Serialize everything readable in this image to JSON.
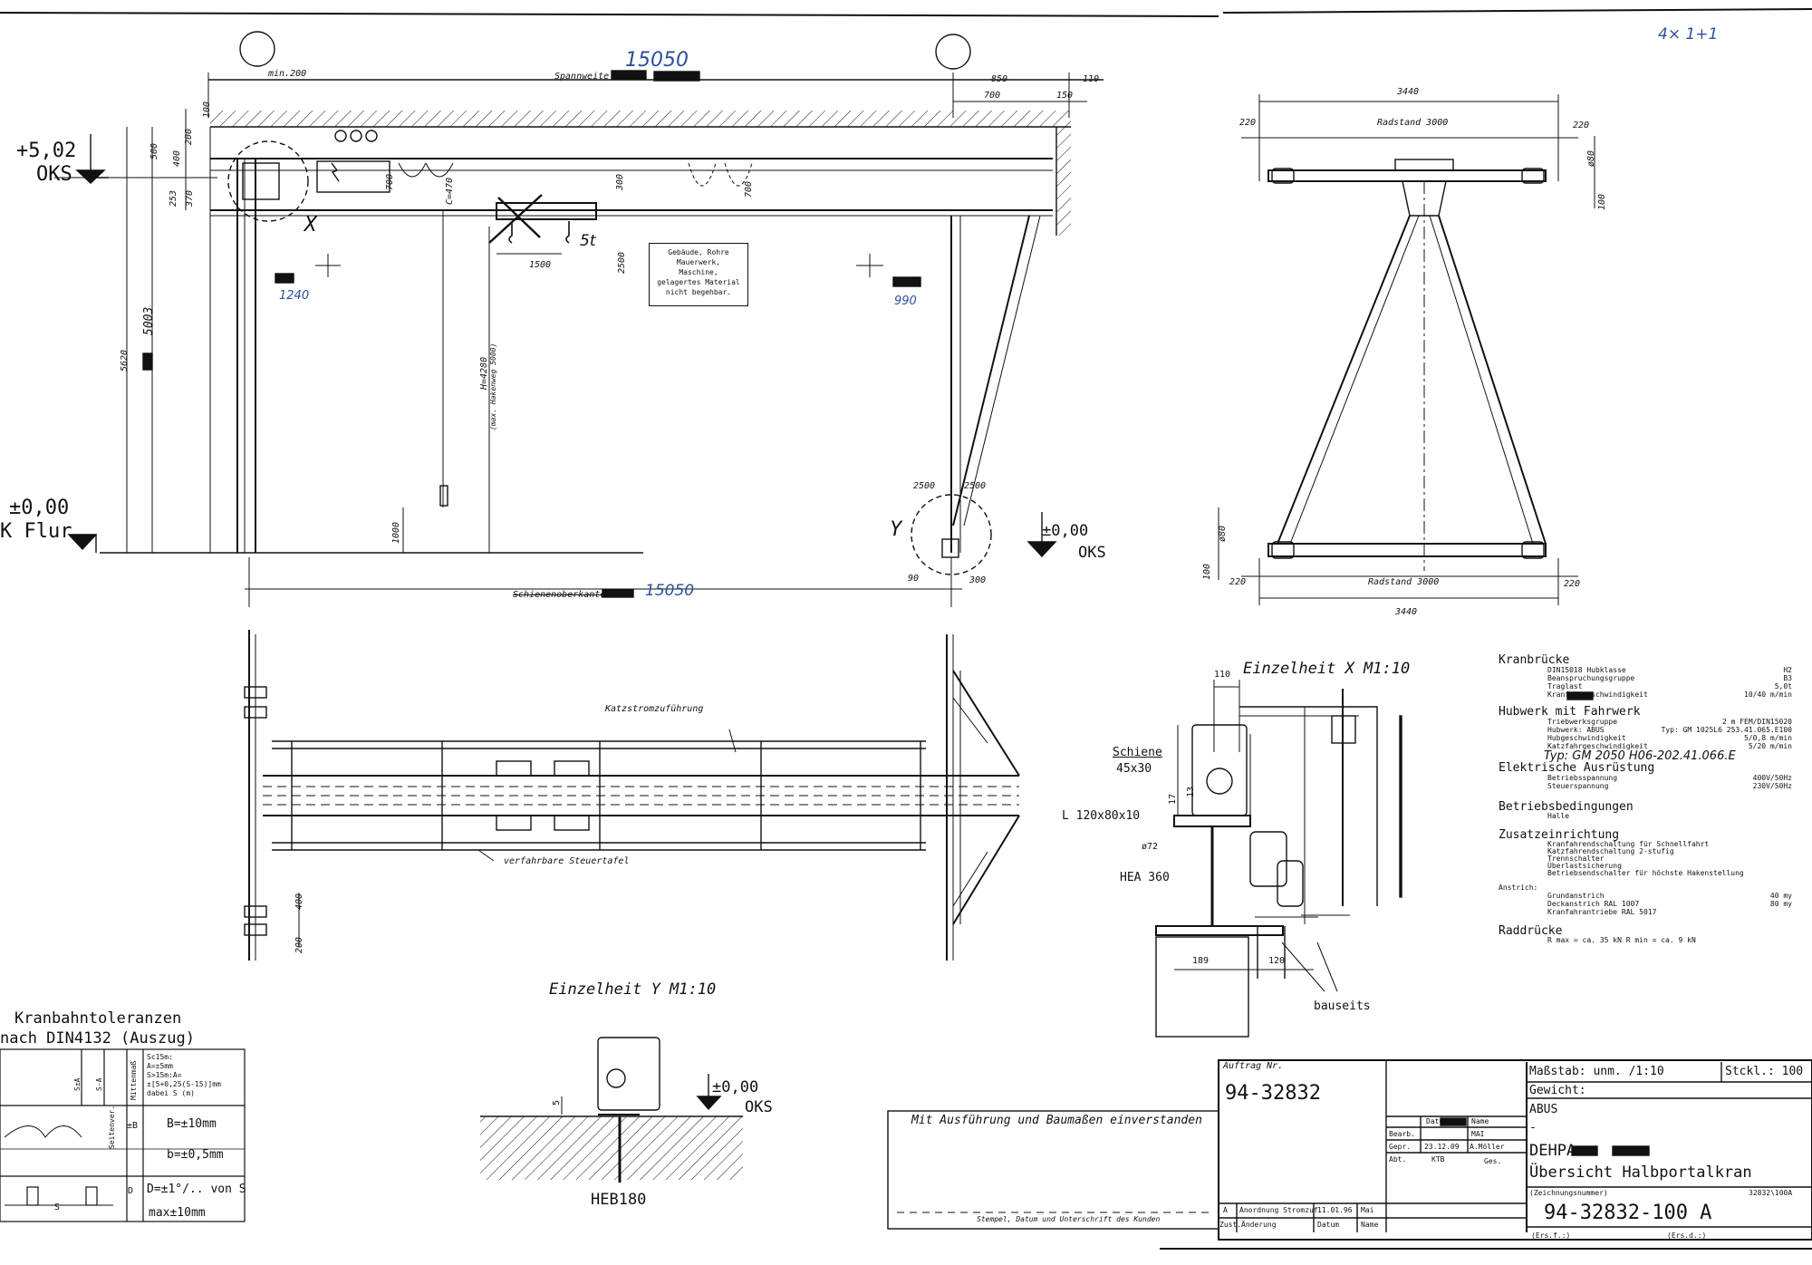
{
  "handwritten_top": "4× 1+1",
  "top_dims": {
    "min200": "min.200",
    "spannweite": "Spannweite",
    "spannweite_hand": "15050",
    "d850": "850",
    "d110": "110",
    "d700": "700",
    "d150": "150"
  },
  "levels": {
    "top_value": "+5,02",
    "top_label": "OKS",
    "floor_value": "±0,00",
    "floor_label": "K Flur",
    "right_value": "±0,00",
    "right_label": "OKS",
    "y_value": "±0,00",
    "y_label": "OKS"
  },
  "front_dims": {
    "d100": "100",
    "d500": "500",
    "d200": "200",
    "d400": "400",
    "d370": "370",
    "d253": "253",
    "d700a": "700",
    "d700b": "700",
    "c470": "C=470",
    "d300": "300",
    "d2500": "2500",
    "d1500": "1500",
    "d5620": "5620",
    "d5003": "5003",
    "h4280": "H=4280",
    "hakenweg": "(max. Hakenweg 5000)",
    "d1000": "1000",
    "d1240": "1240",
    "d990": "990",
    "x_label": "X",
    "y_label": "Y",
    "st": "5t",
    "left2500": "2500",
    "right2500": "2500",
    "d90": "90",
    "d300b": "300",
    "schienen": "Schienenoberkante",
    "schienen_hand": "15050"
  },
  "note_box": [
    "Gebäude, Rohre",
    "Mauerwerk,",
    "Maschine,",
    "gelagertes Material",
    "nicht begehbar."
  ],
  "side_view": {
    "d3440_top": "3440",
    "d220_tl": "220",
    "radstand_top": "Radstand 3000",
    "d220_tr": "220",
    "d80": "ø80",
    "d100_r": "100",
    "d80_l": "ø80",
    "d100_l": "100",
    "d220_bl": "220",
    "radstand_bot": "Radstand 3000",
    "d220_br": "220",
    "d3440_bot": "3440"
  },
  "plan_view": {
    "katzstrom": "Katzstromzuführung",
    "steuertafel": "verfahrbare Steuertafel",
    "d400": "400",
    "d200": "200"
  },
  "detail_x": {
    "title": "Einzelheit  X  M1:10",
    "d110": "110",
    "schiene": "Schiene",
    "schiene_size": "45x30",
    "d13": "13",
    "d17": "17",
    "l_profile": "L 120x80x10",
    "d72": "ø72",
    "hea": "HEA 360",
    "d189": "189",
    "d120": "120",
    "bauseits": "bauseits"
  },
  "detail_y": {
    "title": "Einzelheit  Y  M1:10",
    "d5": "5",
    "level_value": "±0,00",
    "level_label": "OKS",
    "heb": "HEB180"
  },
  "tolerances": {
    "title1": "Kranbahntoleranzen",
    "title2": "nach DIN4132 (Auszug)",
    "lines1": [
      "Sc15m:",
      "A=±5mm",
      "S>15m:A=",
      "±[5+0,25(S-15)]mm",
      "dabei S (m)"
    ],
    "v_mittenmas": "Mittenmaß",
    "v_s_a": "S-A",
    "v_sa": "S±A",
    "v_seitenver": "Seitenver.",
    "b_label": "±B",
    "b_value": "B=±10mm",
    "b2_value": "b=±0,5mm",
    "d_label": "D",
    "d_value": "D=±1°/.. von S",
    "max_value": "max±10mm",
    "s_label": "S"
  },
  "specs": {
    "kranbruecke": "Kranbrücke",
    "kb_items": [
      {
        "label": "DIN15018 Hubklasse",
        "value": "H2"
      },
      {
        "label": "Beanspruchungsgruppe",
        "value": "B3"
      },
      {
        "label": "Traglast",
        "value": "5,0t"
      },
      {
        "label": "Kranfahrgeschwindigkeit",
        "value": "10/40 m/min"
      }
    ],
    "hubwerk": "Hubwerk mit Fahrwerk",
    "hw_items": [
      {
        "label": "Triebwerksgruppe",
        "value": "2 m FEM/DIN15020"
      },
      {
        "label": "Hubwerk: ABUS",
        "value": "Typ: GM 1025L6 253.41.065.E100"
      },
      {
        "label": "Hubgeschwindigkeit",
        "value": "5/0,8 m/min"
      },
      {
        "label": "Katzfahrgeschwindigkeit",
        "value": "5/20 m/min"
      }
    ],
    "hw_hand": "Typ: GM 2050 H06-202.41.066.E",
    "elektrisch": "Elektrische Ausrüstung",
    "el_items": [
      {
        "label": "Betriebsspannung",
        "value": "400V/50Hz"
      },
      {
        "label": "Steuerspannung",
        "value": "230V/50Hz"
      }
    ],
    "betrieb": "Betriebsbedingungen",
    "betrieb_item": "Halle",
    "zusatz": "Zusatzeinrichtung",
    "zu_items": [
      "Kranfahrendschaltung für Schnellfahrt",
      "Katzfahrendschaltung 2-stufig",
      "Trennschalter",
      "Überlastsicherung",
      "Betriebsendschalter für höchste Hakenstellung"
    ],
    "anstrich": "Anstrich:",
    "an_items": [
      {
        "label": "Grundanstrich",
        "ral": "",
        "value": "40 my"
      },
      {
        "label": "Deckanstrich",
        "ral": "RAL 1007",
        "value": "80 my"
      },
      {
        "label": "Kranfahrantriebe",
        "ral": "RAL 5017",
        "value": ""
      }
    ],
    "raddruecke": "Raddrücke",
    "rd_item": "R max = ca. 35 kN    R min = ca. 9 kN"
  },
  "title_block": {
    "agreement": "Mit Ausführung und Baumaßen einverstanden",
    "signature_note": "Stempel, Datum und Unterschrift des Kunden",
    "auftrag_label": "Auftrag Nr.",
    "auftrag_no": "94-32832",
    "datum_h": "Datum",
    "name_h": "Name",
    "bearb": "Bearb.",
    "bearb_name": "MAI",
    "gepr": "Gepr.",
    "gepr_date": "23.12.09",
    "gepr_name": "A.Möller",
    "abt": "Abt.",
    "abt_val": "KTB",
    "ges": "Ges.",
    "rev_a": "A",
    "rev_text": "Anordnung Stromzuf.",
    "rev_date": "11.01.96",
    "rev_name": "Mai",
    "zust": "Zust.",
    "aenderung": "Änderung",
    "datum_f": "Datum",
    "name_f": "Name",
    "massstab": "Maßstab: unm. /1:10",
    "stckl": "Stckl.: 100",
    "gewicht": "Gewicht:",
    "company": "ABUS",
    "dash": "-",
    "customer": "DEHPA",
    "title": "Übersicht Halbportalkran",
    "zeichnungsnummer_label": "(Zeichnungsnummer)",
    "small_code": "32832\\100A",
    "drawing_no": "94-32832-100  A",
    "ers_fuer": "(Ers.f.:)",
    "ers_durch": "(Ers.d.:)"
  }
}
